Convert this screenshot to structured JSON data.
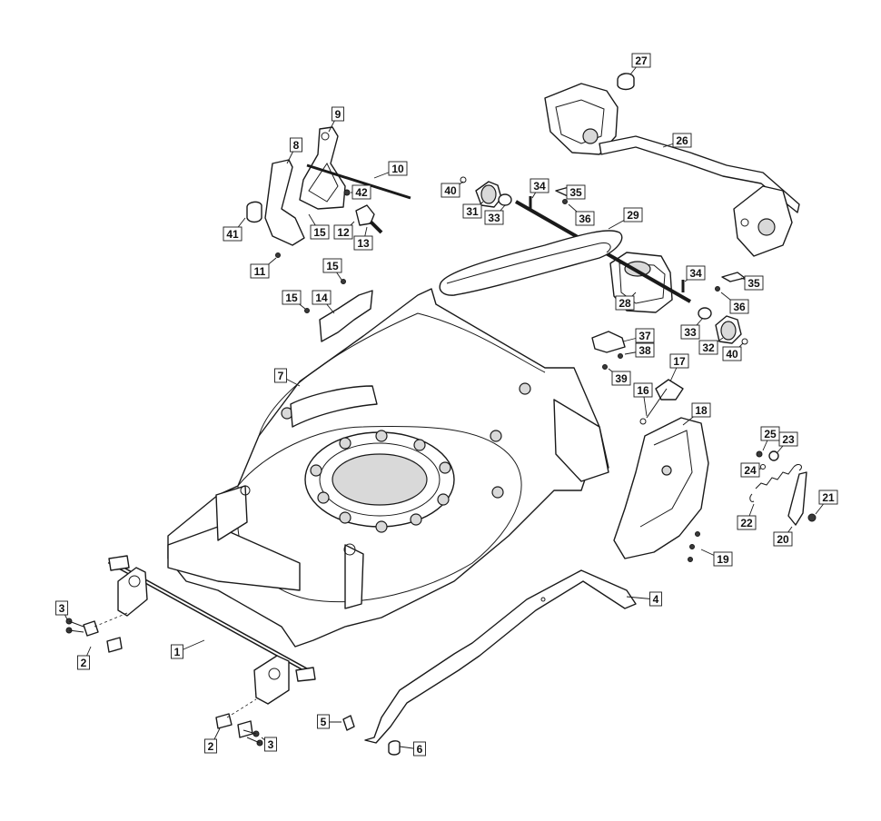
{
  "labels": [
    {
      "n": "1"
    },
    {
      "n": "2"
    },
    {
      "n": "2"
    },
    {
      "n": "3"
    },
    {
      "n": "3"
    },
    {
      "n": "4"
    },
    {
      "n": "5"
    },
    {
      "n": "6"
    },
    {
      "n": "7"
    },
    {
      "n": "8"
    },
    {
      "n": "9"
    },
    {
      "n": "10"
    },
    {
      "n": "11"
    },
    {
      "n": "12"
    },
    {
      "n": "13"
    },
    {
      "n": "14"
    },
    {
      "n": "15"
    },
    {
      "n": "15"
    },
    {
      "n": "15"
    },
    {
      "n": "16"
    },
    {
      "n": "17"
    },
    {
      "n": "18"
    },
    {
      "n": "19"
    },
    {
      "n": "20"
    },
    {
      "n": "21"
    },
    {
      "n": "22"
    },
    {
      "n": "23"
    },
    {
      "n": "24"
    },
    {
      "n": "25"
    },
    {
      "n": "26"
    },
    {
      "n": "27"
    },
    {
      "n": "28"
    },
    {
      "n": "29"
    },
    {
      "n": "31"
    },
    {
      "n": "32"
    },
    {
      "n": "33"
    },
    {
      "n": "33"
    },
    {
      "n": "34"
    },
    {
      "n": "34"
    },
    {
      "n": "35"
    },
    {
      "n": "35"
    },
    {
      "n": "36"
    },
    {
      "n": "36"
    },
    {
      "n": "37"
    },
    {
      "n": "38"
    },
    {
      "n": "39"
    },
    {
      "n": "40"
    },
    {
      "n": "40"
    },
    {
      "n": "41"
    },
    {
      "n": "42"
    }
  ]
}
